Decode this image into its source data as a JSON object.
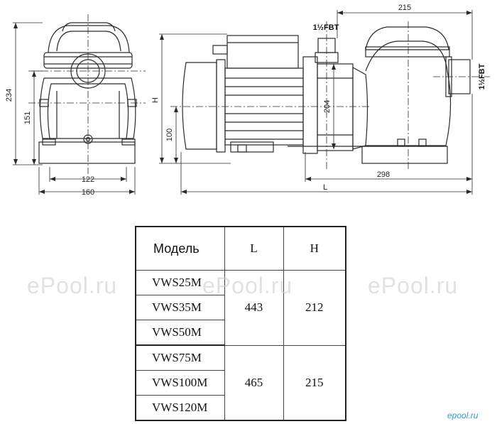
{
  "drawing": {
    "front_view": {
      "height_total": "234",
      "height_axis": "151",
      "base_inner_width": "122",
      "base_outer_width": "160"
    },
    "side_view": {
      "height_label": "H",
      "shaft_height": "100",
      "flange_height": "204",
      "inlet_thread": "1½FBT",
      "outlet_thread": "1½FBT",
      "basket_width": "215",
      "base_to_end": "298",
      "length_label": "L"
    }
  },
  "table": {
    "headers": {
      "model": "Модель",
      "length": "L",
      "height": "H"
    },
    "groups": [
      {
        "models": [
          "VWS25M",
          "VWS35M",
          "VWS50M"
        ],
        "L": "443",
        "H": "212"
      },
      {
        "models": [
          "VWS75M",
          "VWS100M",
          "VWS120M"
        ],
        "L": "465",
        "H": "215"
      }
    ]
  },
  "watermarks": [
    "ePool.ru",
    "ePool.ru",
    "ePool.ru"
  ],
  "logo": "epool.ru",
  "colors": {
    "line": "#2a2a2a",
    "watermark": "#c8c8c8",
    "logo": "#2e9bd6"
  }
}
